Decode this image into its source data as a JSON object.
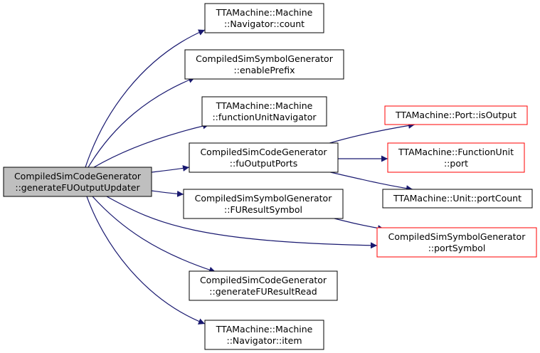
{
  "colors": {
    "edge": "#191970",
    "root_fill": "#bfbfbf",
    "node_fill": "#ffffff",
    "node_border": "#000000",
    "external_border": "#ff0000"
  },
  "nodes": {
    "root": {
      "lines": [
        "CompiledSimCodeGenerator",
        "::generateFUOutputUpdater"
      ]
    },
    "navigator_count": {
      "lines": [
        "TTAMachine::Machine",
        "::Navigator::count"
      ]
    },
    "enable_prefix": {
      "lines": [
        "CompiledSimSymbolGenerator",
        "::enablePrefix"
      ]
    },
    "function_unit_navigator": {
      "lines": [
        "TTAMachine::Machine",
        "::functionUnitNavigator"
      ]
    },
    "fu_output_ports": {
      "lines": [
        "CompiledSimCodeGenerator",
        "::fuOutputPorts"
      ]
    },
    "fu_result_symbol": {
      "lines": [
        "CompiledSimSymbolGenerator",
        "::FUResultSymbol"
      ]
    },
    "generate_fu_result_read": {
      "lines": [
        "CompiledSimCodeGenerator",
        "::generateFUResultRead"
      ]
    },
    "navigator_item": {
      "lines": [
        "TTAMachine::Machine",
        "::Navigator::item"
      ]
    },
    "port_is_output": {
      "lines": [
        "TTAMachine::Port::isOutput"
      ]
    },
    "function_unit_port": {
      "lines": [
        "TTAMachine::FunctionUnit",
        "::port"
      ]
    },
    "unit_port_count": {
      "lines": [
        "TTAMachine::Unit::portCount"
      ]
    },
    "port_symbol": {
      "lines": [
        "CompiledSimSymbolGenerator",
        "::portSymbol"
      ]
    }
  }
}
